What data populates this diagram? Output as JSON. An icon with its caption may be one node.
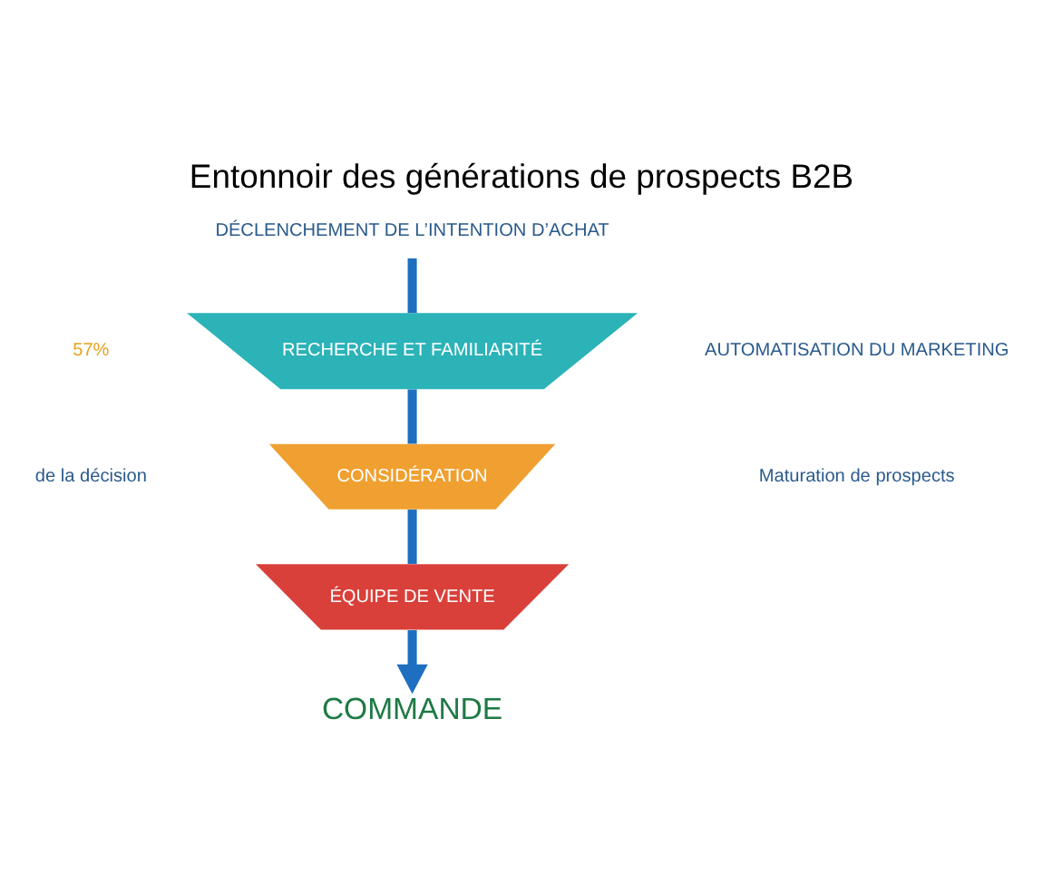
{
  "diagram": {
    "title": "Entonnoir des générations de prospects B2B",
    "nodes": [
      {
        "text": [
          "DÉCLENCHEMENT DE L’INTENTION D’ACHAT"
        ]
      },
      {
        "text": [
          "RECHERCHE ET FAMILIARITÉ"
        ]
      },
      {
        "text": [
          "CONSIDÉRATION"
        ]
      },
      {
        "text": [
          "ÉQUIPE DE VENTE"
        ]
      },
      {
        "text": [
          "COMMANDE"
        ]
      }
    ],
    "edges": [
      {
        "from": 0,
        "to": 1,
        "arrow": "none"
      },
      {
        "from": 1,
        "to": 2,
        "arrow": "none"
      },
      {
        "from": 2,
        "to": 3,
        "arrow": "none"
      },
      {
        "from": 3,
        "to": 4,
        "arrow": "to"
      }
    ],
    "labels": [
      "57%",
      "de la décision",
      "AUTOMATISATION DU MARKETING",
      "Maturation de prospects"
    ]
  }
}
